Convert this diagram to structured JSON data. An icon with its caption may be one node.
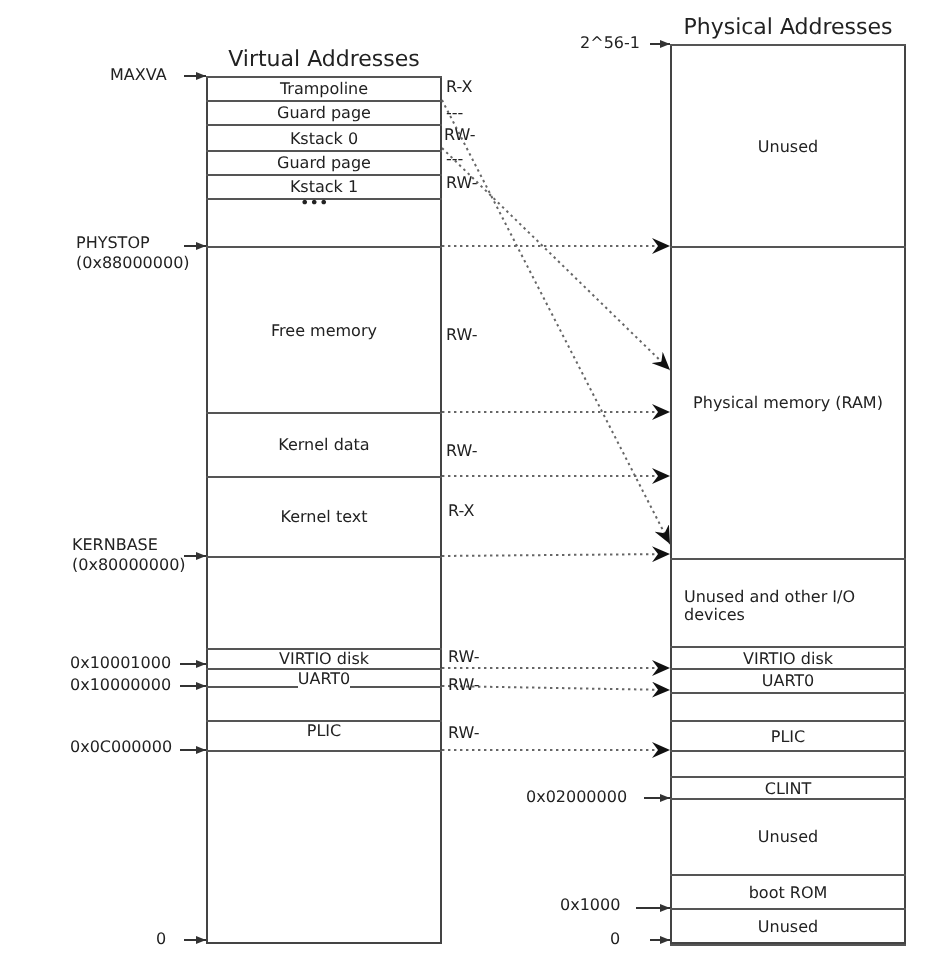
{
  "diagram": {
    "nodes": [
      {
        "text": [
          "Virtual Addresses"
        ]
      },
      {
        "text": [
          "Trampoline"
        ],
        "in": 0
      },
      {
        "text": [
          "Guard page"
        ],
        "in": 0
      },
      {
        "text": [
          "Kstack 0"
        ],
        "in": 0
      },
      {
        "text": [
          "Guard page"
        ],
        "in": 0
      },
      {
        "text": [
          "Kstack 1"
        ],
        "in": 0
      },
      {
        "text": [
          "Free memory"
        ],
        "in": 0
      },
      {
        "text": [
          "Kernel data"
        ],
        "in": 0
      },
      {
        "text": [
          "Kernel text"
        ],
        "in": 0
      },
      {
        "text": [
          "VIRTIO disk"
        ],
        "in": 0
      },
      {
        "text": [
          "UART0"
        ],
        "in": 0
      },
      {
        "text": [
          "PLIC"
        ],
        "in": 0
      },
      {
        "text": [
          "Physical Addresses"
        ]
      },
      {
        "text": [
          "Unused"
        ],
        "in": 12
      },
      {
        "text": [
          "Physical memory (RAM)"
        ],
        "in": 12
      },
      {
        "text": [
          "Unused and other I/O devices"
        ],
        "in": 12
      },
      {
        "text": [
          "VIRTIO disk"
        ],
        "in": 12
      },
      {
        "text": [
          "UART0"
        ],
        "in": 12
      },
      {
        "text": [
          "PLIC"
        ],
        "in": 12
      },
      {
        "text": [
          "CLINT"
        ],
        "in": 12
      },
      {
        "text": [
          "Unused"
        ],
        "in": 12
      },
      {
        "text": [
          "boot ROM"
        ],
        "in": 12
      },
      {
        "text": [
          "Unused"
        ],
        "in": 12
      }
    ],
    "edges": [
      {
        "from": 1,
        "to": 14,
        "arrow": "to",
        "style": "dashed"
      },
      {
        "from": 3,
        "to": 14,
        "arrow": "to",
        "style": "dashed"
      },
      {
        "from": 6,
        "to": 14,
        "arrow": "to",
        "style": "dashed"
      },
      {
        "from": 7,
        "to": 14,
        "arrow": "to",
        "style": "dashed"
      },
      {
        "from": 8,
        "to": 14,
        "arrow": "to",
        "style": "dashed"
      },
      {
        "from": 8,
        "to": 14,
        "arrow": "to",
        "style": "dashed"
      },
      {
        "from": 9,
        "to": 16,
        "arrow": "to",
        "style": "dashed"
      },
      {
        "from": 10,
        "to": 17,
        "arrow": "to",
        "style": "dashed"
      },
      {
        "from": 11,
        "to": 18,
        "arrow": "to",
        "style": "dashed"
      }
    ],
    "labels": [
      "2^56-1",
      "MAXVA",
      "R-X",
      "---",
      "RW-",
      "---",
      "RW-",
      "•••",
      "PHYSTOP (0x88000000)",
      "RW-",
      "RW-",
      "R-X",
      "KERNBASE (0x80000000)",
      "RW-",
      "0x10001000",
      "RW-",
      "0x10000000",
      "RW-",
      "0x0C000000",
      "0x02000000",
      "0x1000",
      "0",
      "0"
    ]
  }
}
